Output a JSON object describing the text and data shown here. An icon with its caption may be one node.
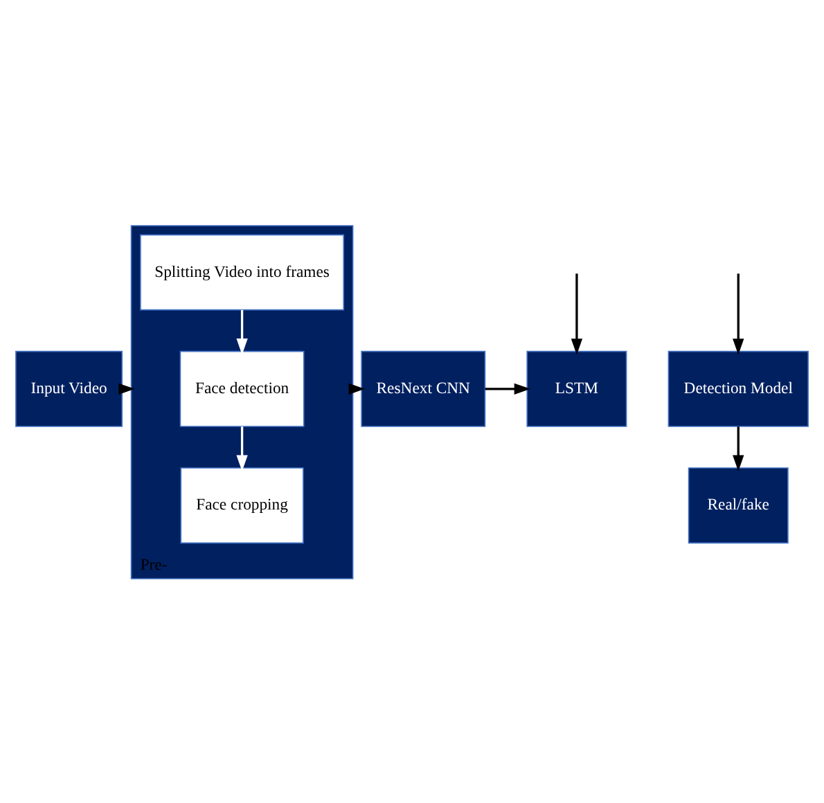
{
  "diagram": {
    "nodes": [
      {
        "text": [
          "Input Video"
        ]
      },
      {
        "text": [
          "Pre-"
        ]
      },
      {
        "text": [
          "Splitting Video into frames"
        ],
        "in": 1
      },
      {
        "text": [
          "Face detection"
        ],
        "in": 1
      },
      {
        "text": [
          "Face cropping"
        ],
        "in": 1
      },
      {
        "text": [
          "ResNext CNN"
        ]
      },
      {
        "text": [
          "LSTM"
        ]
      },
      {
        "text": [
          "Detection Model"
        ]
      },
      {
        "text": [
          "Real/fake"
        ]
      }
    ],
    "edges": [
      {
        "from": 0,
        "to": 1,
        "arrow": "to"
      },
      {
        "from": 2,
        "to": 3,
        "arrow": "to",
        "color": "#ffffff"
      },
      {
        "from": 3,
        "to": 4,
        "arrow": "to",
        "color": "#ffffff"
      },
      {
        "from": 1,
        "to": 5,
        "arrow": "to"
      },
      {
        "from": 5,
        "to": 6,
        "arrow": "to"
      },
      {
        "from": null,
        "to": 6,
        "arrow": "to"
      },
      {
        "from": null,
        "to": 7,
        "arrow": "to"
      },
      {
        "from": 7,
        "to": 8,
        "arrow": "to"
      }
    ]
  }
}
